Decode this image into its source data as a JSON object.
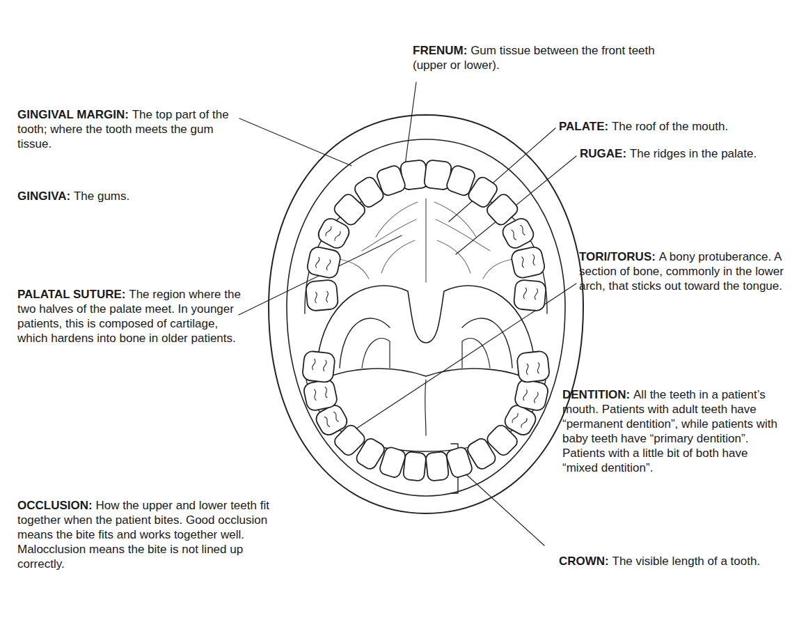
{
  "diagram": {
    "labels": [
      "FRENUM:",
      "Gum tissue between the front teeth (upper or lower).",
      "GINGIVAL MARGIN:",
      "The top part of the tooth; where the tooth meets the gum tissue.",
      "PALATE:",
      "The roof of the mouth.",
      "RUGAE:",
      "The ridges in the palate.",
      "GINGIVA:",
      "The gums.",
      "TORI/TORUS:",
      "A bony protuberance. A section of bone, commonly in the lower arch, that sticks out toward the tongue.",
      "PALATAL SUTURE:",
      "The region where the two halves of the palate meet. In younger patients, this is composed of cartilage, which hardens into bone in older patients.",
      "DENTITION:",
      "All the teeth in a patient’s mouth. Patients with adult teeth have “permanent dentition”, while patients with baby teeth have “primary dentition”. Patients with a little bit of both have “mixed dentition”.",
      "OCCLUSION:",
      "How the upper and lower teeth fit together when the patient bites. Good occlusion means the bite fits and works together well. Malocclusion means the bite is not lined up correctly.",
      "CROWN:",
      "The visible length of a tooth."
    ]
  }
}
